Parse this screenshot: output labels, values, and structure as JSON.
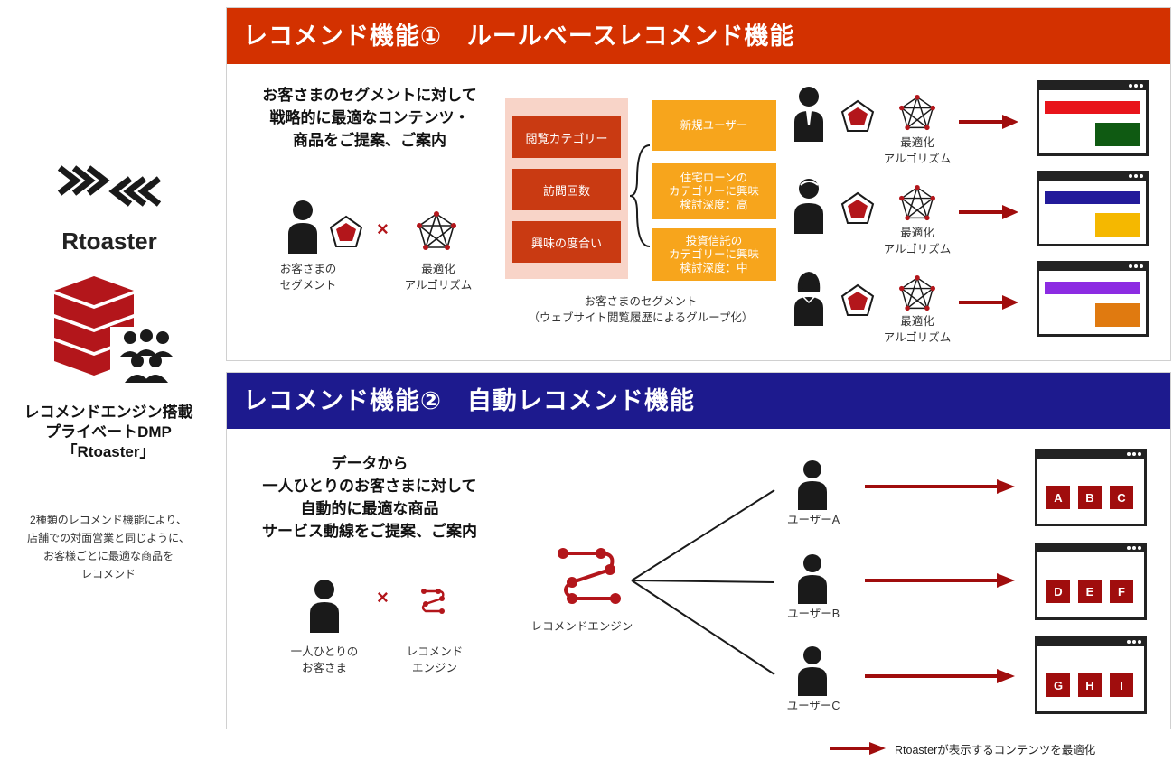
{
  "brand": {
    "name": "Rtoaster",
    "caption_lines": [
      "レコメンドエンジン搭載",
      "プライベートDMP",
      "「Rtoaster」"
    ],
    "description_lines": [
      "2種類のレコメンド機能により、",
      "店舗での対面営業と同じように、",
      "お客様ごとに最適な商品を",
      "レコメンド"
    ],
    "colors": {
      "red": "#b3161b",
      "dark": "#222222"
    }
  },
  "panel1": {
    "title": "レコメンド機能①　ルールベースレコメンド機能",
    "color": "#d33100",
    "lead_lines": [
      "お客さまのセグメントに対して",
      "戦略的に最適なコンテンツ・",
      "商品をご提案、ご案内"
    ],
    "formula": {
      "left_label_lines": [
        "お客さまの",
        "セグメント"
      ],
      "operator": "×",
      "right_label_lines": [
        "最適化",
        "アルゴリズム"
      ]
    },
    "attributes": [
      "閲覧カテゴリー",
      "訪問回数",
      "興味の度合い"
    ],
    "groups": [
      [
        "新規ユーザー"
      ],
      [
        "住宅ローンの",
        "カテゴリーに興味",
        "検討深度：高"
      ],
      [
        "投資信託の",
        "カテゴリーに興味",
        "検討深度：中"
      ]
    ],
    "segment_caption_lines": [
      "お客さまのセグメント",
      "（ウェブサイト閲覧履歴によるグループ化）"
    ],
    "rows": [
      {
        "algo_label_lines": [
          "最適化",
          "アルゴリズム"
        ],
        "bar_color": "#e8141a",
        "box_color": "#0f5a12"
      },
      {
        "algo_label_lines": [
          "最適化",
          "アルゴリズム"
        ],
        "bar_color": "#221a9a",
        "box_color": "#f5b800"
      },
      {
        "algo_label_lines": [
          "最適化",
          "アルゴリズム"
        ],
        "bar_color": "#8c2be2",
        "box_color": "#e07a10"
      }
    ]
  },
  "panel2": {
    "title": "レコメンド機能②　自動レコメンド機能",
    "color": "#1d1a8e",
    "lead_lines": [
      "データから",
      "一人ひとりのお客さまに対して",
      "自動的に最適な商品",
      "サービス動線をご提案、ご案内"
    ],
    "formula": {
      "left_label_lines": [
        "一人ひとりの",
        "お客さま"
      ],
      "operator": "×",
      "right_label_lines": [
        "レコメンド",
        "エンジン"
      ]
    },
    "engine_label": "レコメンドエンジン",
    "users": [
      {
        "label": "ユーザーA",
        "items": [
          "A",
          "B",
          "C"
        ]
      },
      {
        "label": "ユーザーB",
        "items": [
          "D",
          "E",
          "F"
        ]
      },
      {
        "label": "ユーザーC",
        "items": [
          "G",
          "H",
          "I"
        ]
      }
    ]
  },
  "legend": {
    "text": "Rtoasterが表示するコンテンツを最適化",
    "arrow_color": "#a00d0d"
  },
  "icons": [
    "rtoaster-logo-icon",
    "database-users-icon",
    "person-icon",
    "pentagon-chart-icon",
    "network-algorithm-icon",
    "recommend-engine-icon",
    "arrow-right-icon",
    "browser-window-icon"
  ]
}
